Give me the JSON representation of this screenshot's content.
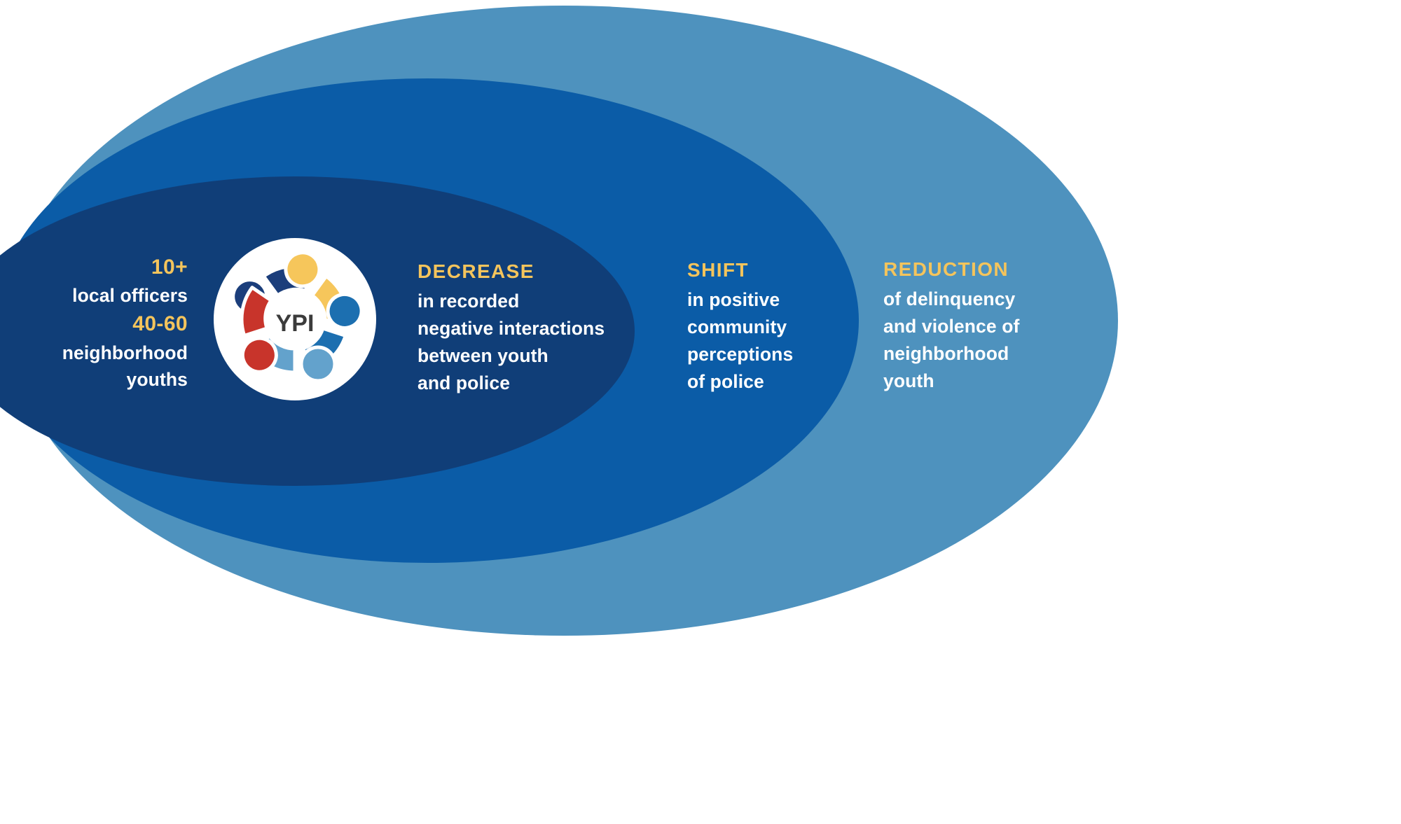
{
  "diagram": {
    "type": "nested-ellipse-logic-model",
    "title_visible": false,
    "palette": {
      "outer_ellipse": "#4E92BE",
      "mid_ellipse": "#0B5CA7",
      "inner_ellipse": "#103E78",
      "kicker_gold": "#F4C45C",
      "body_white": "#FFFFFF",
      "logo_navy": "#1B3E7B",
      "logo_gold": "#F6C65B",
      "logo_blue": "#1C6FB0",
      "logo_light_blue": "#63A2CC",
      "logo_red": "#C8342B",
      "logo_disc": "#FFFFFF",
      "background": "#FFFFFF"
    },
    "rings": [
      {
        "name": "inputs-ring",
        "color": "#103E78"
      },
      {
        "name": "outputs-ring",
        "color": "#0B5CA7"
      },
      {
        "name": "outcomes-ring",
        "color": "#4E92BE"
      }
    ]
  },
  "logo": {
    "name": "ypi-logo",
    "wordmark": "YPI",
    "figure_count": 5,
    "figures": [
      {
        "position": "top-left",
        "color": "#1B3E7B"
      },
      {
        "position": "top-right",
        "color": "#F6C65B"
      },
      {
        "position": "right",
        "color": "#1C6FB0"
      },
      {
        "position": "bottom",
        "color": "#63A2CC"
      },
      {
        "position": "left",
        "color": "#C8342B"
      }
    ]
  },
  "blocks": {
    "stats": {
      "name": "inputs-stats",
      "stat1": "10+",
      "label1": "local officers",
      "stat2": "40-60",
      "label2_line1": "neighborhood",
      "label2_line2": "youths"
    },
    "decrease": {
      "name": "decrease-outcome",
      "kicker": "DECREASE",
      "lines": [
        "in recorded",
        "negative interactions",
        "between youth",
        "and police"
      ]
    },
    "shift": {
      "name": "shift-outcome",
      "kicker": "SHIFT",
      "lines": [
        "in positive",
        "community",
        "perceptions",
        "of police"
      ]
    },
    "reduction": {
      "name": "reduction-outcome",
      "kicker": "REDUCTION",
      "lines": [
        "of delinquency",
        "and violence of",
        "neighborhood",
        "youth"
      ]
    }
  }
}
